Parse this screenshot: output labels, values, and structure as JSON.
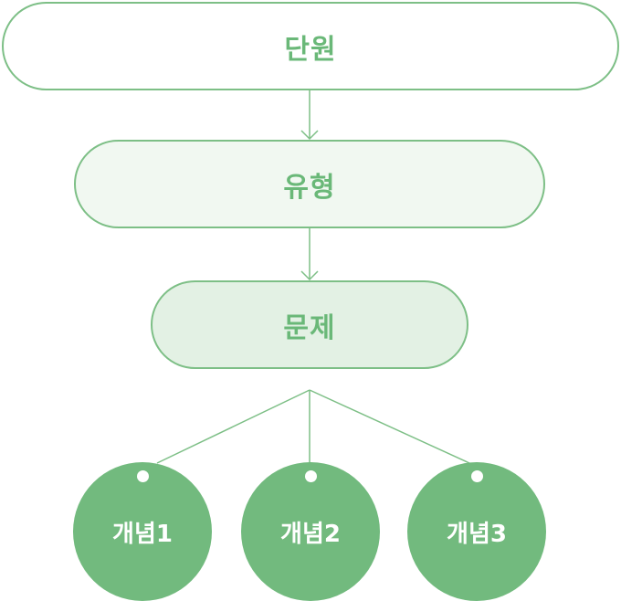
{
  "diagram": {
    "unit_label": "단원",
    "type_label": "유형",
    "problem_label": "문제",
    "concepts": [
      {
        "label": "개념1"
      },
      {
        "label": "개념2"
      },
      {
        "label": "개념3"
      }
    ]
  },
  "colors": {
    "stroke": "#7dbf86",
    "text": "#6ab878",
    "concept_fill": "#72ba7e",
    "type_fill": "#f1f8f1",
    "problem_fill": "#e3f1e4"
  }
}
